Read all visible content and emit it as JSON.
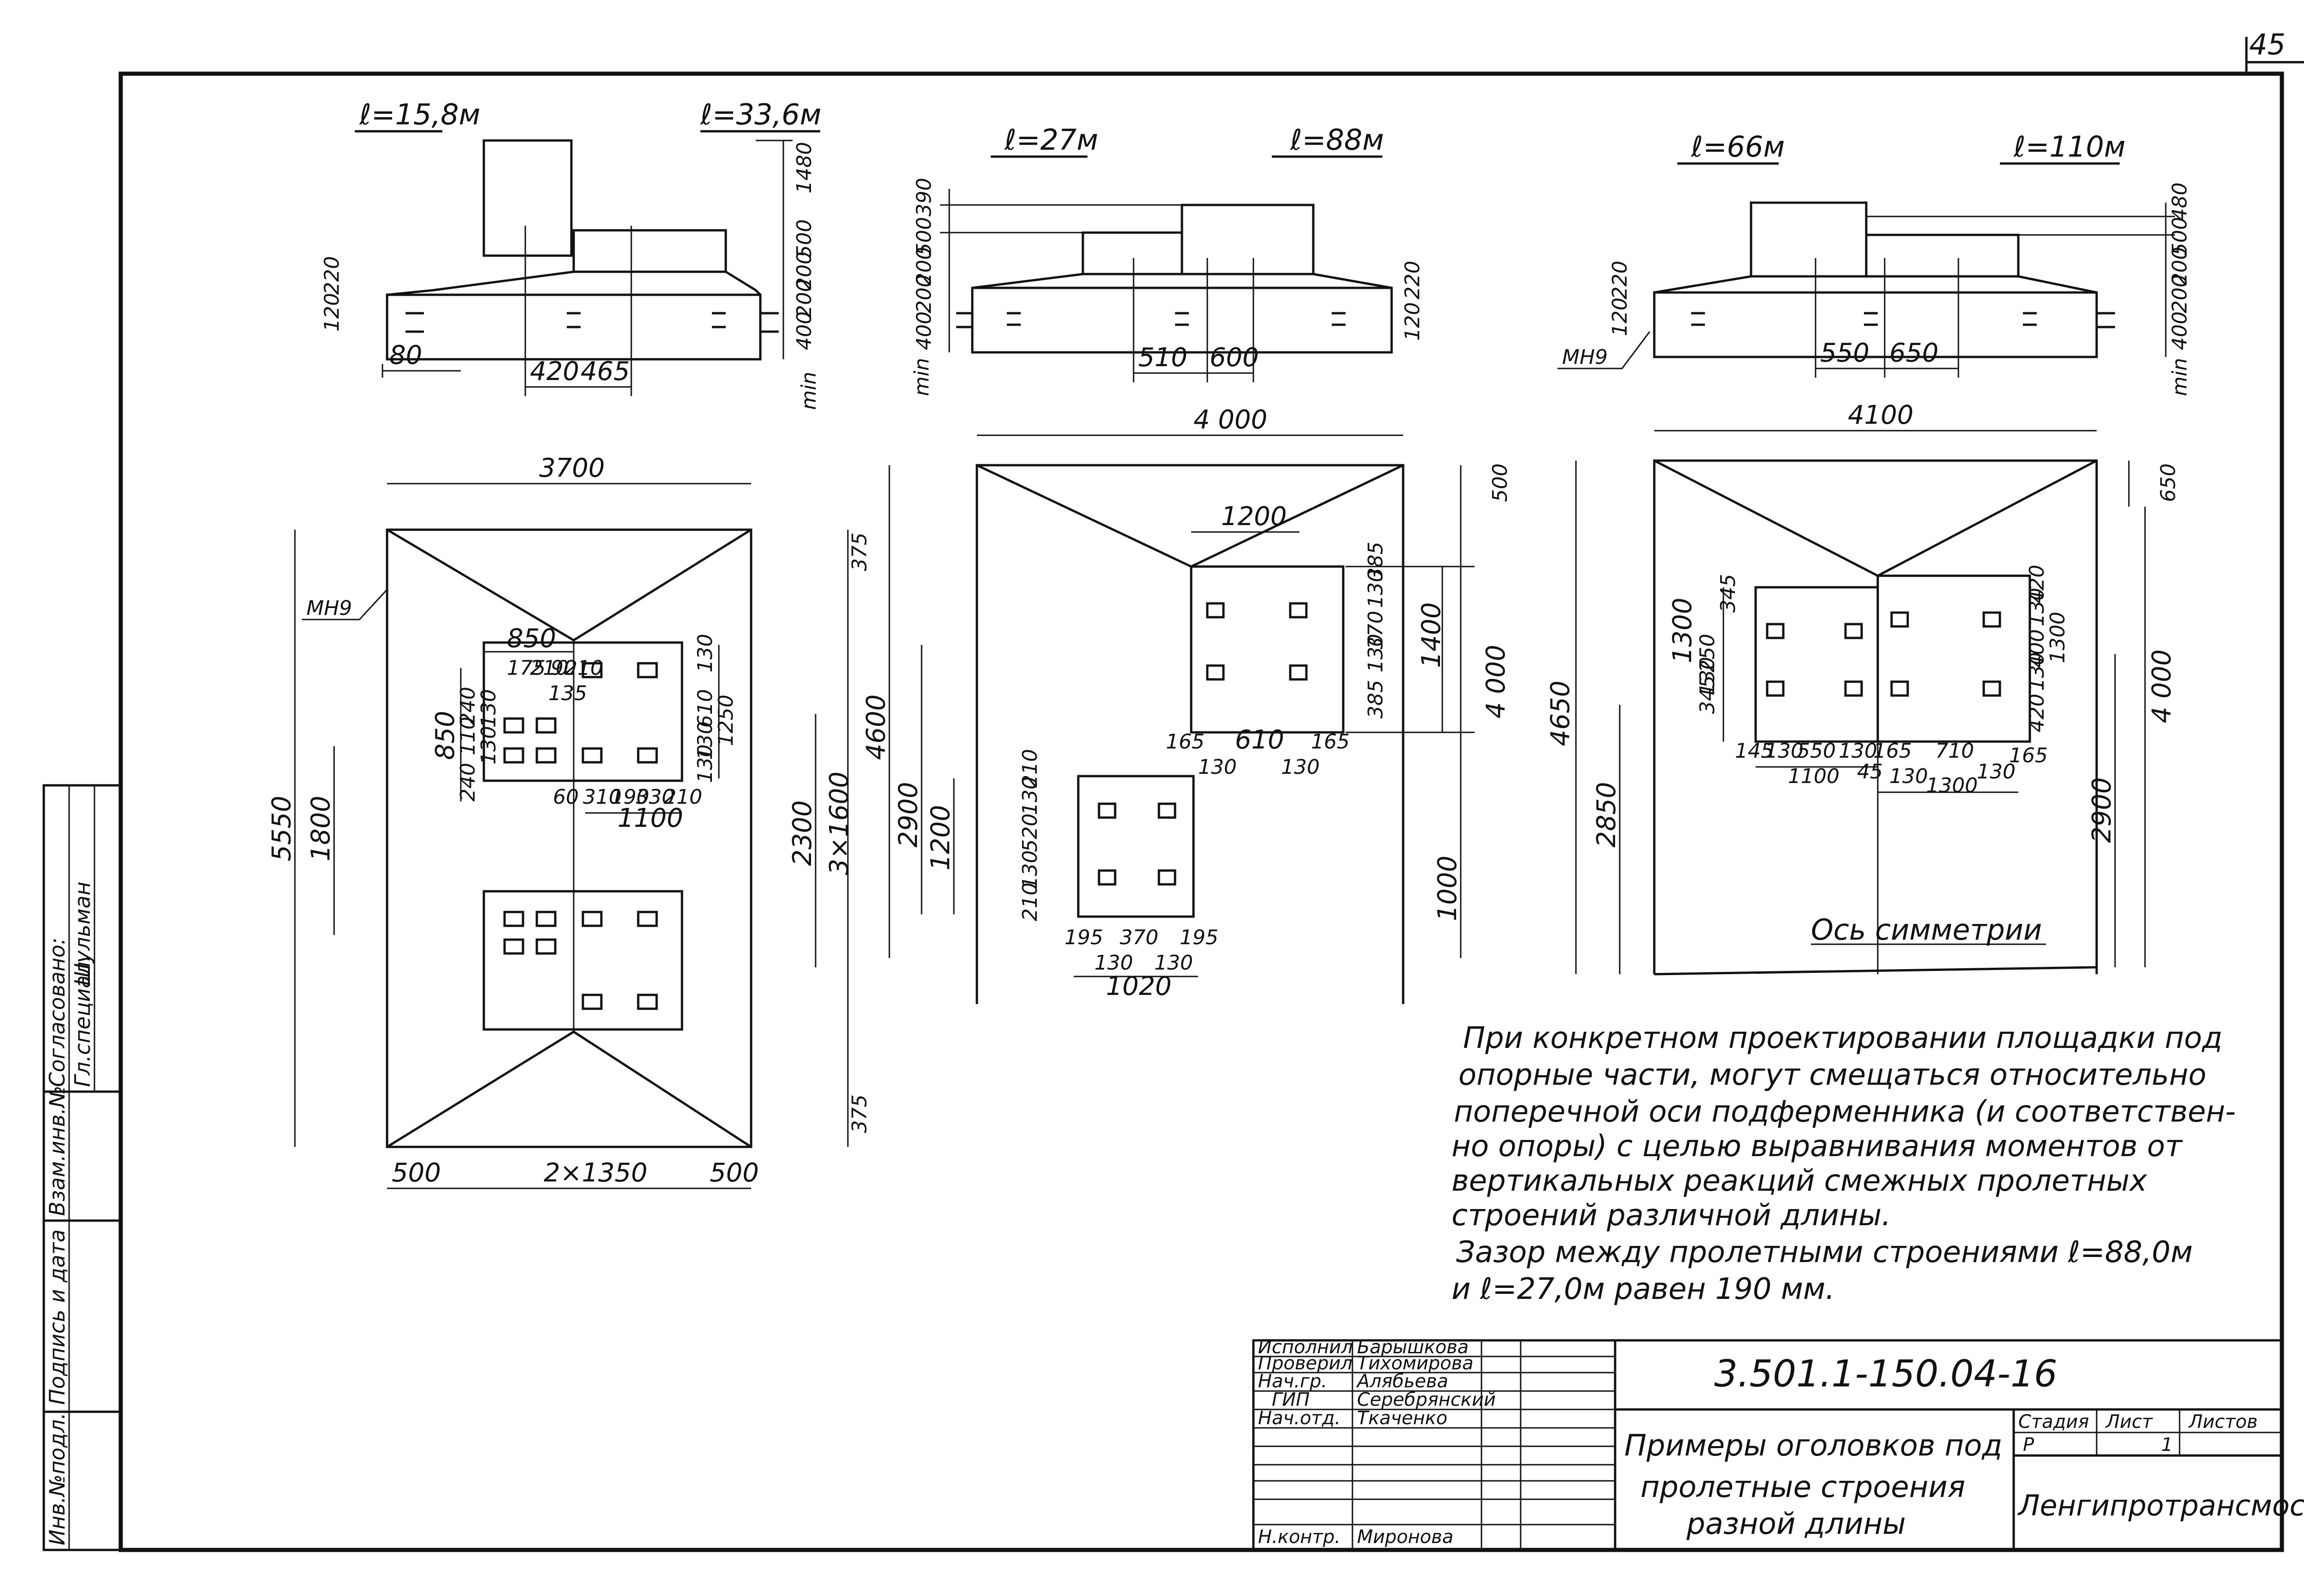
{
  "sheet_number": "45",
  "elevations": [
    {
      "span_left": "ℓ=15,8м",
      "span_right": "ℓ=33,6м",
      "top_dims": [
        "120",
        "220"
      ],
      "right_dims": [
        "1480",
        "500",
        "200",
        "200",
        "400"
      ],
      "bottom_dims": [
        "80",
        "420",
        "465"
      ],
      "min_label": "min",
      "mark": ""
    },
    {
      "span_left": "ℓ=27м",
      "span_right": "ℓ=88м",
      "left_dims": [
        "400",
        "200",
        "200",
        "500",
        "390"
      ],
      "right_dims": [
        "120",
        "220"
      ],
      "bottom_dims": [
        "510",
        "600"
      ],
      "min_label": "min",
      "mark": ""
    },
    {
      "span_left": "ℓ=66м",
      "span_right": "ℓ=110м",
      "left_dims": [
        "120",
        "220"
      ],
      "right_dims": [
        "400",
        "200",
        "200",
        "500",
        "480"
      ],
      "bottom_dims": [
        "550",
        "650"
      ],
      "min_label": "min",
      "mark": "МН9"
    }
  ],
  "plans": [
    {
      "mark": "МН9",
      "top_dim": "3700",
      "left_dims": [
        "5550",
        "1800"
      ],
      "right_dims": [
        "375",
        "2300",
        "3×1600",
        "375"
      ],
      "bottom_dims": [
        "500",
        "2×1350",
        "500"
      ],
      "inner_top": "850",
      "inner_left": "850",
      "inner_row_dims": [
        "175",
        "210",
        "90",
        "210",
        "135"
      ],
      "inner_col_dims": [
        "240",
        "110",
        "240",
        "130",
        "130"
      ],
      "inner_right_dims": [
        "130",
        "610",
        "130",
        "130",
        "1250"
      ],
      "inner_bottom_dims": [
        "60",
        "310",
        "190",
        "330",
        "210"
      ],
      "inner_bottom_total": "1100"
    },
    {
      "top_dim": "4 000",
      "left_dims": [
        "4600",
        "2900",
        "1200"
      ],
      "right_dims": [
        "500",
        "1400",
        "4 000",
        "1000"
      ],
      "upper_block_top": "1200",
      "upper_block_right": [
        "385",
        "130",
        "370",
        "130",
        "385"
      ],
      "upper_block_bottom": [
        "165",
        "610",
        "165"
      ],
      "upper_block_bottom2": [
        "130",
        "130"
      ],
      "lower_block_left": [
        "210",
        "130",
        "520",
        "130",
        "210"
      ],
      "lower_block_bottom": [
        "195",
        "370",
        "195"
      ],
      "lower_block_bottom2": [
        "130",
        "130"
      ],
      "lower_block_total": "1020"
    },
    {
      "top_dim": "4100",
      "left_dims": [
        "4650",
        "2850"
      ],
      "right_dims": [
        "650",
        "4 000",
        "2900"
      ],
      "inner_left": [
        "345",
        "250",
        "130",
        "345",
        "1300"
      ],
      "inner_right": [
        "420",
        "130",
        "400",
        "130",
        "420",
        "1300"
      ],
      "inner_bottom": [
        "145",
        "130",
        "550",
        "130",
        "165",
        "710",
        "130",
        "165"
      ],
      "inner_bottom2": [
        "1100",
        "45",
        "130",
        "1300"
      ],
      "axis_label": "Ось симметрии"
    }
  ],
  "note_lines": [
    "При конкретном проектировании площадки под",
    "опорные части, могут смещаться относительно",
    "поперечной оси подферменника (и соответствен-",
    "но опоры) с целью выравнивания моментов от",
    "вертикальных реакций смежных пролетных",
    "строений различной длины.",
    "Зазор между пролетными строениями ℓ=88,0м",
    "и ℓ=27,0м равен 190 мм."
  ],
  "side_stamp": {
    "header": "Согласовано:",
    "role": "Гл.специал.",
    "name": "Шульман",
    "cells": [
      "Взам.инв.№",
      "Подпись и дата",
      "Инв.№подл."
    ]
  },
  "title_block": {
    "code": "3.501.1-150.04-16",
    "title_lines": [
      "Примеры оголовков под",
      "пролетные строения",
      "разной длины"
    ],
    "roles": [
      {
        "role": "Исполнил",
        "name": "Барышкова"
      },
      {
        "role": "Проверил",
        "name": "Тихомирова"
      },
      {
        "role": "Нач.гр.",
        "name": "Алябьева"
      },
      {
        "role": "ГИП",
        "name": "Серебрянский"
      },
      {
        "role": "Нач.отд.",
        "name": "Ткаченко"
      },
      {
        "role": "Н.контр.",
        "name": "Миронова"
      }
    ],
    "stage_label": "Стадия",
    "stage_value": "Р",
    "sheet_label": "Лист",
    "sheet_value": "1",
    "sheets_label": "Листов",
    "sheets_value": "",
    "organization": "Ленгипротрансмост"
  }
}
